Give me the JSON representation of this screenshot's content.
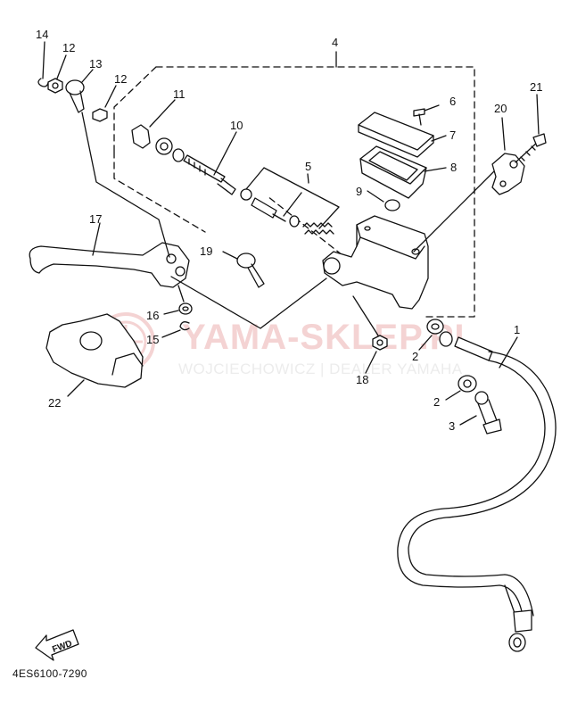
{
  "diagram": {
    "reference_code": "4ES6100-7290",
    "fwd_label": "FWD",
    "watermark": {
      "brand": "YAMA-SKLEP.PL",
      "tagline": "WOJCIECHOWICZ | DEALER YAMAHA"
    },
    "parts": [
      {
        "id": "p1",
        "label": "1"
      },
      {
        "id": "p2a",
        "label": "2"
      },
      {
        "id": "p2b",
        "label": "2"
      },
      {
        "id": "p3",
        "label": "3"
      },
      {
        "id": "p4",
        "label": "4"
      },
      {
        "id": "p5",
        "label": "5"
      },
      {
        "id": "p6",
        "label": "6"
      },
      {
        "id": "p7",
        "label": "7"
      },
      {
        "id": "p8",
        "label": "8"
      },
      {
        "id": "p9",
        "label": "9"
      },
      {
        "id": "p10",
        "label": "10"
      },
      {
        "id": "p11",
        "label": "11"
      },
      {
        "id": "p12a",
        "label": "12"
      },
      {
        "id": "p12b",
        "label": "12"
      },
      {
        "id": "p13",
        "label": "13"
      },
      {
        "id": "p14",
        "label": "14"
      },
      {
        "id": "p15",
        "label": "15"
      },
      {
        "id": "p16",
        "label": "16"
      },
      {
        "id": "p17",
        "label": "17"
      },
      {
        "id": "p18",
        "label": "18"
      },
      {
        "id": "p19",
        "label": "19"
      },
      {
        "id": "p20",
        "label": "20"
      },
      {
        "id": "p21",
        "label": "21"
      },
      {
        "id": "p22",
        "label": "22"
      }
    ]
  }
}
